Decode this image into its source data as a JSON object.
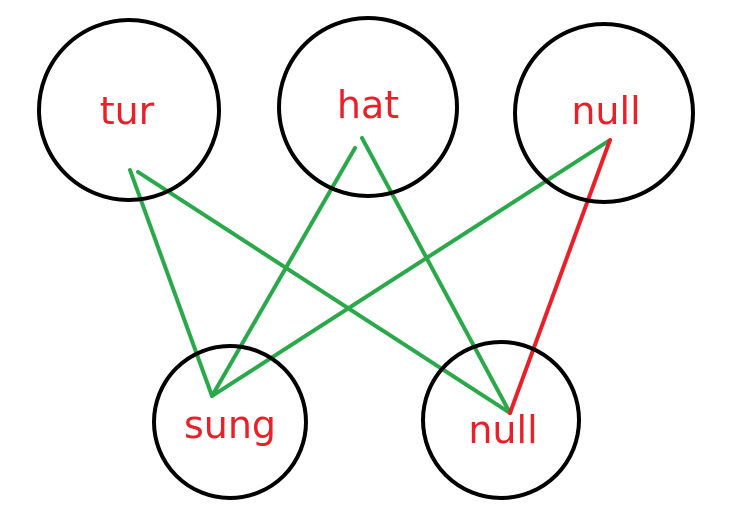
{
  "colors": {
    "label": "#e8202a",
    "edge_green": "#2aa84a",
    "edge_red": "#e8202a",
    "node_stroke": "#000000"
  },
  "nodes": [
    {
      "id": "tur",
      "label": "tur"
    },
    {
      "id": "hat",
      "label": "hat"
    },
    {
      "id": "null-top",
      "label": "null"
    },
    {
      "id": "sung",
      "label": "sung"
    },
    {
      "id": "null-bottom",
      "label": "null"
    }
  ],
  "edges": [
    {
      "from": "tur",
      "to": "sung",
      "color": "green"
    },
    {
      "from": "tur",
      "to": "null-bottom",
      "color": "green"
    },
    {
      "from": "hat",
      "to": "sung",
      "color": "green"
    },
    {
      "from": "hat",
      "to": "null-bottom",
      "color": "green"
    },
    {
      "from": "null-top",
      "to": "sung",
      "color": "green"
    },
    {
      "from": "null-top",
      "to": "null-bottom",
      "color": "red"
    }
  ]
}
